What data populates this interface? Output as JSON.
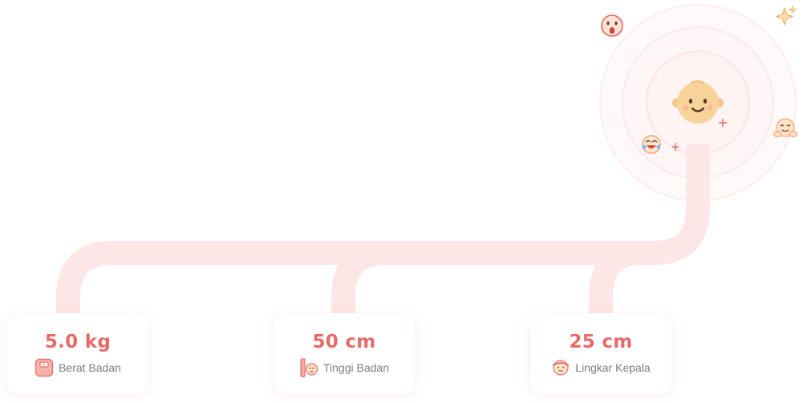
{
  "measurements": [
    {
      "value": "5.0 kg",
      "label": "Berat Badan",
      "icon": "scale-icon"
    },
    {
      "value": "50 cm",
      "label": "Tinggi Badan",
      "icon": "height-ruler-icon"
    },
    {
      "value": "25 cm",
      "label": "Lingkar Kepala",
      "icon": "head-circumference-icon"
    }
  ],
  "colors": {
    "accent": "#e86a68",
    "track": "#fde6e6",
    "label": "#7d7d7d",
    "baby_face": "#f8d49a"
  }
}
